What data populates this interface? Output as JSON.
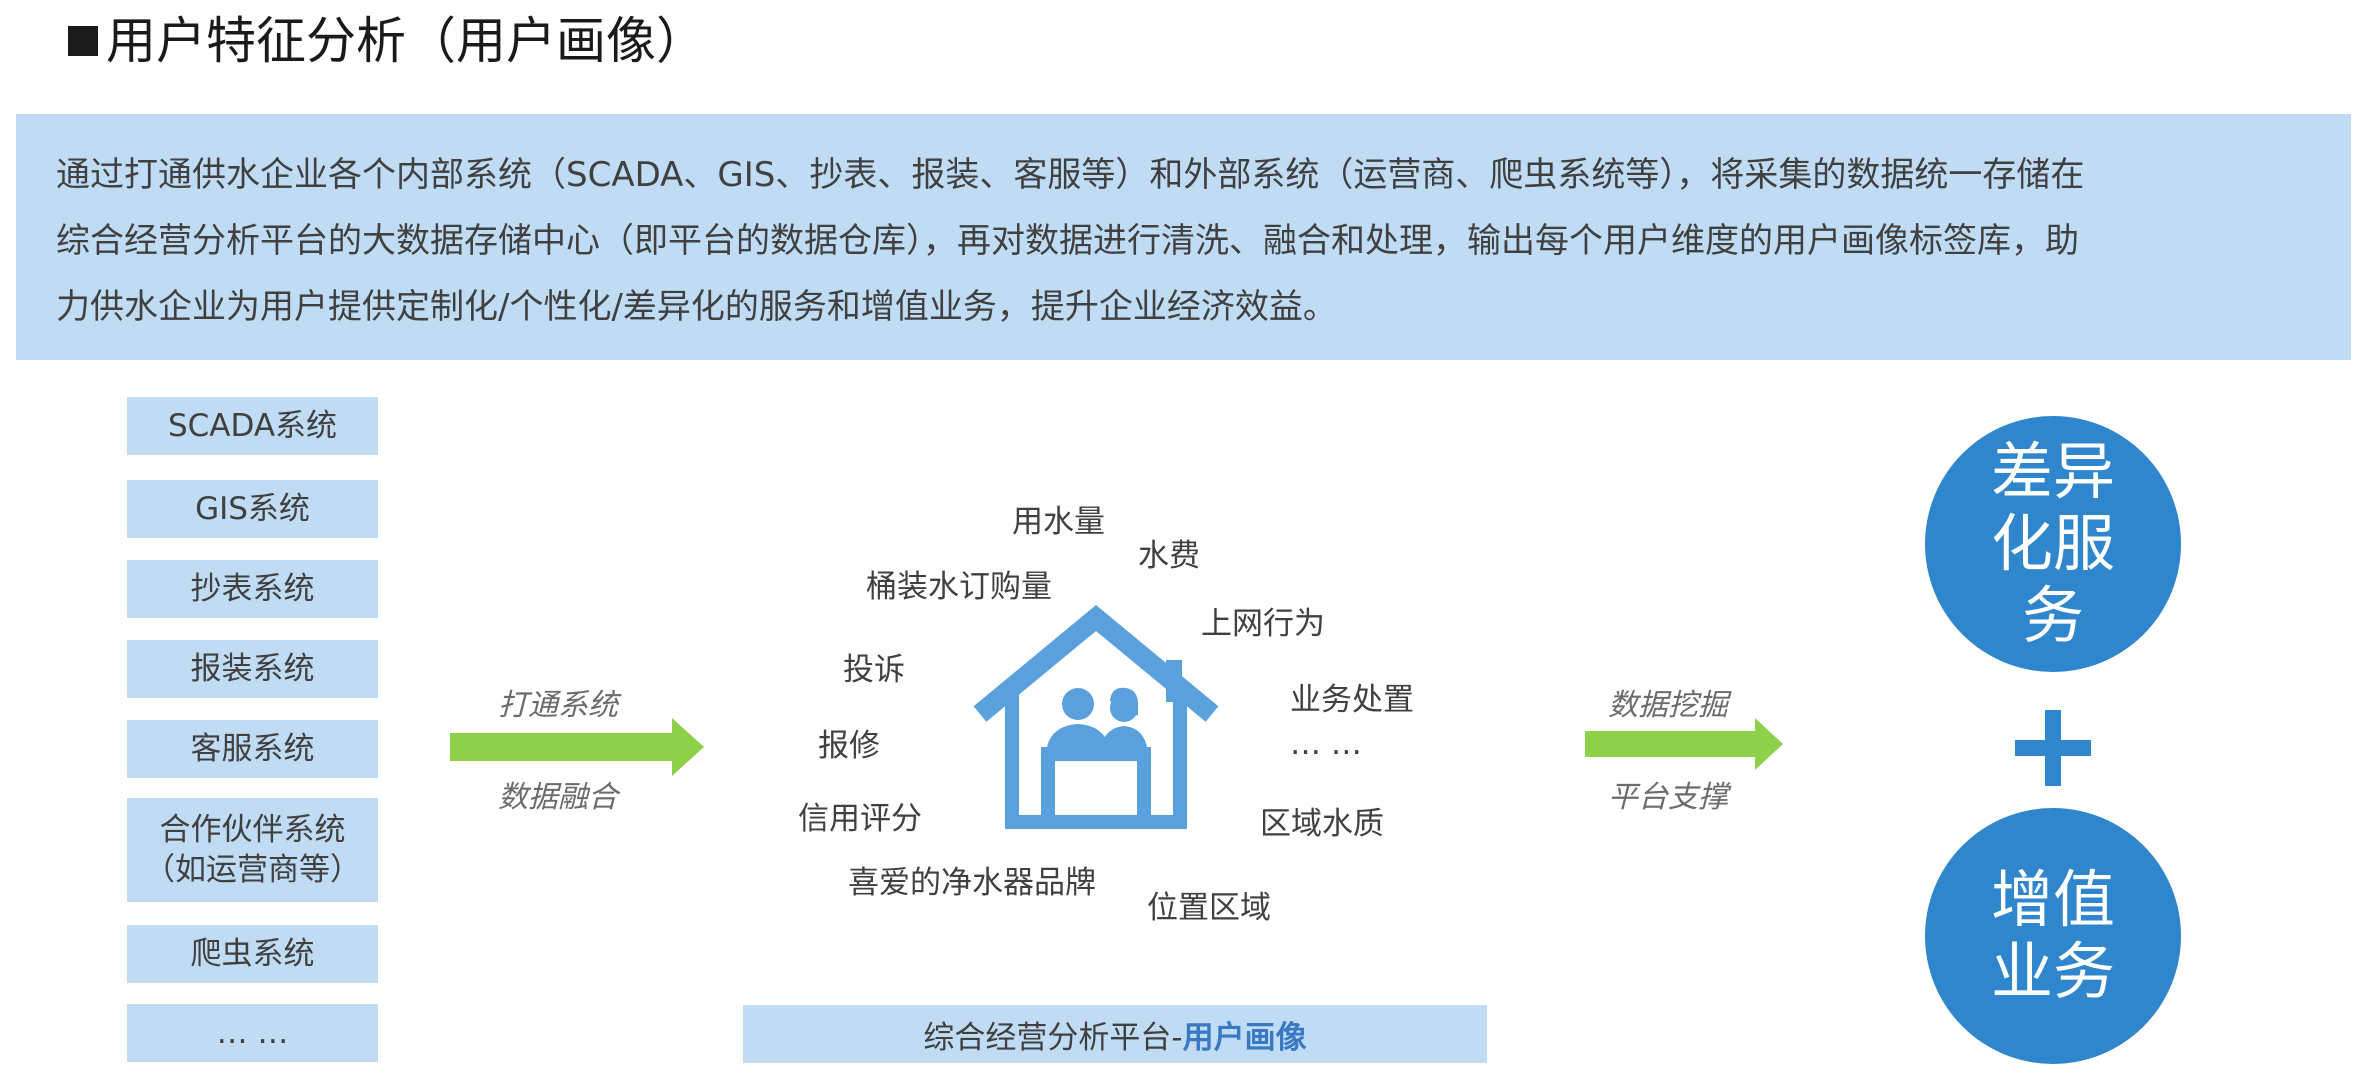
{
  "title": {
    "square": "■",
    "text": "用户特征分析（用户画像）"
  },
  "description": {
    "lines": [
      "通过打通供水企业各个内部系统（SCADA、GIS、抄表、报装、客服等）和外部系统（运营商、爬虫系统等），将采集的数据统一存储在",
      "综合经营分析平台的大数据存储中心（即平台的数据仓库），再对数据进行清洗、融合和处理，输出每个用户维度的用户画像标签库，助",
      "力供水企业为用户提供定制化/个性化/差异化的服务和增值业务，提升企业经济效益。"
    ]
  },
  "systems": [
    {
      "label": "SCADA系统"
    },
    {
      "label": "GIS系统"
    },
    {
      "label": "抄表系统"
    },
    {
      "label": "报装系统"
    },
    {
      "label": "客服系统"
    },
    {
      "line1": "合作伙伴系统",
      "line2": "（如运营商等）"
    },
    {
      "label": "爬虫系统"
    },
    {
      "label": "… …"
    }
  ],
  "arrow_left": {
    "top_label": "打通系统",
    "bottom_label": "数据融合",
    "color": "#8fd04a"
  },
  "arrow_right": {
    "top_label": "数据挖掘",
    "bottom_label": "平台支撑",
    "color": "#8fd04a"
  },
  "tags": {
    "water_usage": "用水量",
    "water_fee": "水费",
    "barreled_water": "桶装水订购量",
    "online_behavior": "上网行为",
    "complaint": "投诉",
    "business_handling": "业务处置",
    "ellipsis": "… …",
    "repair": "报修",
    "credit_score": "信用评分",
    "regional_water_quality": "区域水质",
    "favorite_purifier": "喜爱的净水器品牌",
    "location_area": "位置区域"
  },
  "house": {
    "icon": "house-users-icon",
    "color": "#5aa0dd"
  },
  "platform": {
    "prefix": "综合经营分析平台-",
    "highlight": "用户画像"
  },
  "circles": {
    "top": {
      "line1": "差异",
      "line2": "化服",
      "line3": "务"
    },
    "plus": "+",
    "bottom": {
      "line1": "增值",
      "line2": "业务"
    },
    "color": "#2f86cc"
  }
}
